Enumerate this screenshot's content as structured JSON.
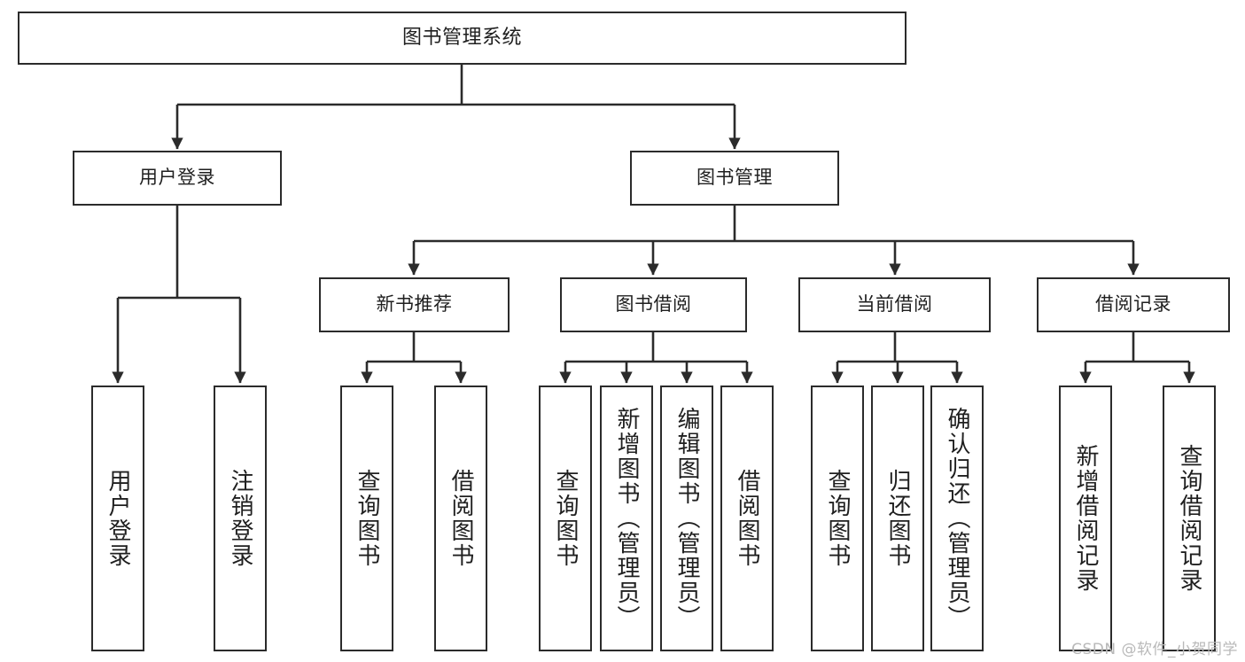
{
  "diagram": {
    "title": "图书管理系统",
    "root": {
      "id": "root",
      "label": "图书管理系统"
    },
    "level1": [
      {
        "id": "user-login",
        "label": "用户登录"
      },
      {
        "id": "book-manage",
        "label": "图书管理"
      }
    ],
    "level2": [
      {
        "id": "new-book-recommend",
        "label": "新书推荐"
      },
      {
        "id": "book-borrow",
        "label": "图书借阅"
      },
      {
        "id": "current-borrow",
        "label": "当前借阅"
      },
      {
        "id": "borrow-record",
        "label": "借阅记录"
      }
    ],
    "leaves": {
      "user_login": [
        {
          "id": "leaf-user-login",
          "label": "用户登录"
        },
        {
          "id": "leaf-logout-login",
          "label": "注销登录"
        }
      ],
      "new_book_recommend": [
        {
          "id": "leaf-query-book-1",
          "label": "查询图书"
        },
        {
          "id": "leaf-borrow-book-1",
          "label": "借阅图书"
        }
      ],
      "book_borrow": [
        {
          "id": "leaf-query-book-2",
          "label": "查询图书"
        },
        {
          "id": "leaf-add-book-admin",
          "label": "新增图书（管理员）"
        },
        {
          "id": "leaf-edit-book-admin",
          "label": "编辑图书（管理员）"
        },
        {
          "id": "leaf-borrow-book-2",
          "label": "借阅图书"
        }
      ],
      "current_borrow": [
        {
          "id": "leaf-query-book-3",
          "label": "查询图书"
        },
        {
          "id": "leaf-return-book",
          "label": "归还图书"
        },
        {
          "id": "leaf-confirm-return-admin",
          "label": "确认归还（管理员）"
        }
      ],
      "borrow_record": [
        {
          "id": "leaf-add-borrow-record",
          "label": "新增借阅记录"
        },
        {
          "id": "leaf-query-borrow-record",
          "label": "查询借阅记录"
        }
      ]
    },
    "watermark": "CSDN @软件_小贺同学",
    "colors": {
      "stroke": "#2b2b2b",
      "background": "#ffffff",
      "text": "#1f1f1f",
      "watermark": "#b9b9b9"
    }
  }
}
